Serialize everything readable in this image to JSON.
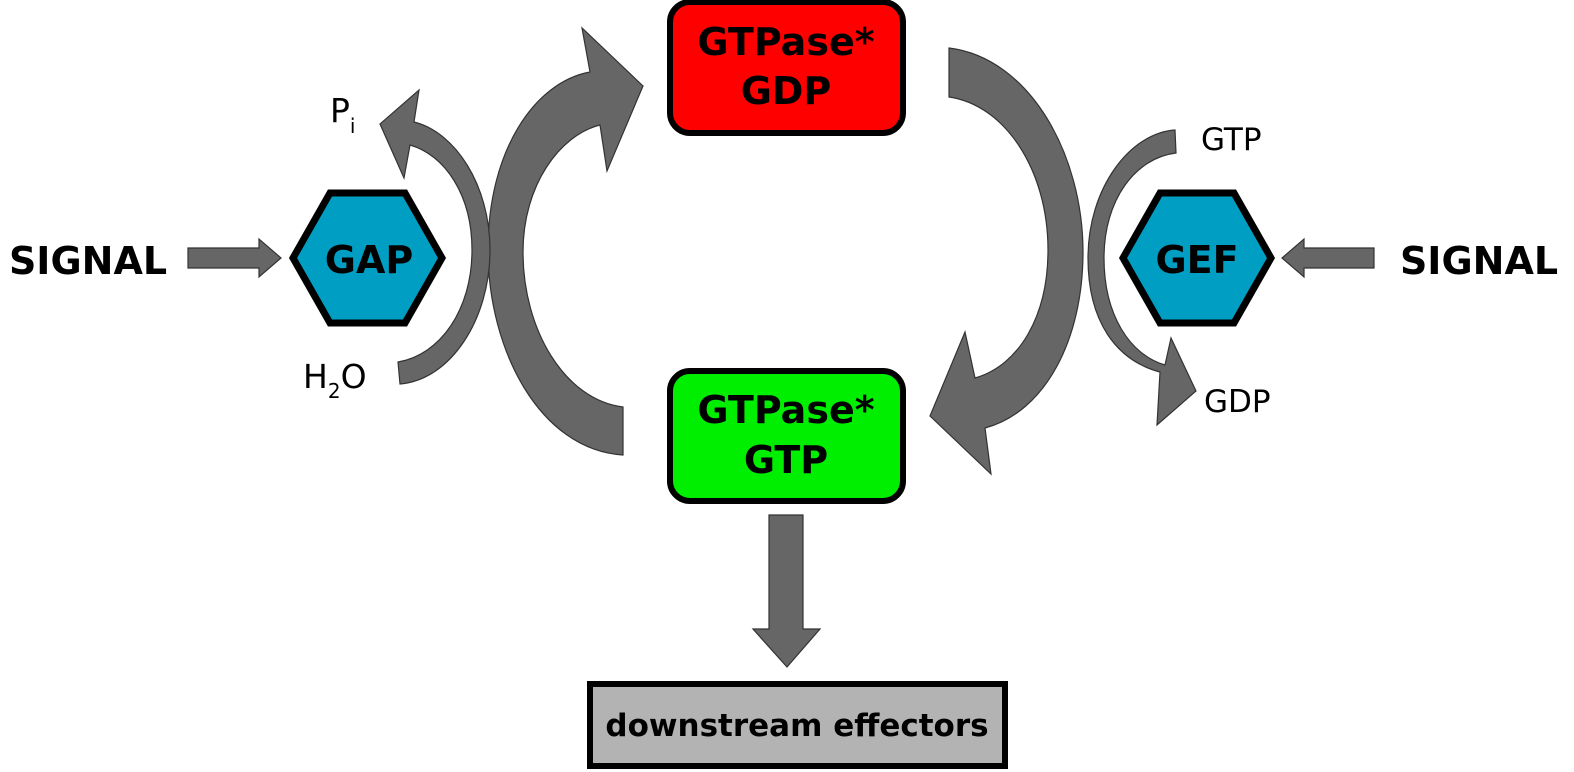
{
  "signals": {
    "left": "SIGNAL",
    "right": "SIGNAL"
  },
  "nodes": {
    "gap": {
      "label": "GAP",
      "color": "#009ec3"
    },
    "gef": {
      "label": "GEF",
      "color": "#009ec3"
    },
    "gdp_state": {
      "line1": "GTPase*",
      "line2": "GDP",
      "color": "#ff0000"
    },
    "gtp_state": {
      "line1": "GTPase*",
      "line2": "GTP",
      "color": "#00ee00"
    },
    "effectors": {
      "label": "downstream effectors",
      "color": "#b3b3b3"
    }
  },
  "molecules": {
    "pi": {
      "base": "P",
      "sub": "i"
    },
    "water": {
      "base1": "H",
      "sub": "2",
      "base2": "O"
    },
    "gtp": "GTP",
    "gdp": "GDP"
  },
  "colors": {
    "arrow": "#666666",
    "outline": "#000000"
  }
}
